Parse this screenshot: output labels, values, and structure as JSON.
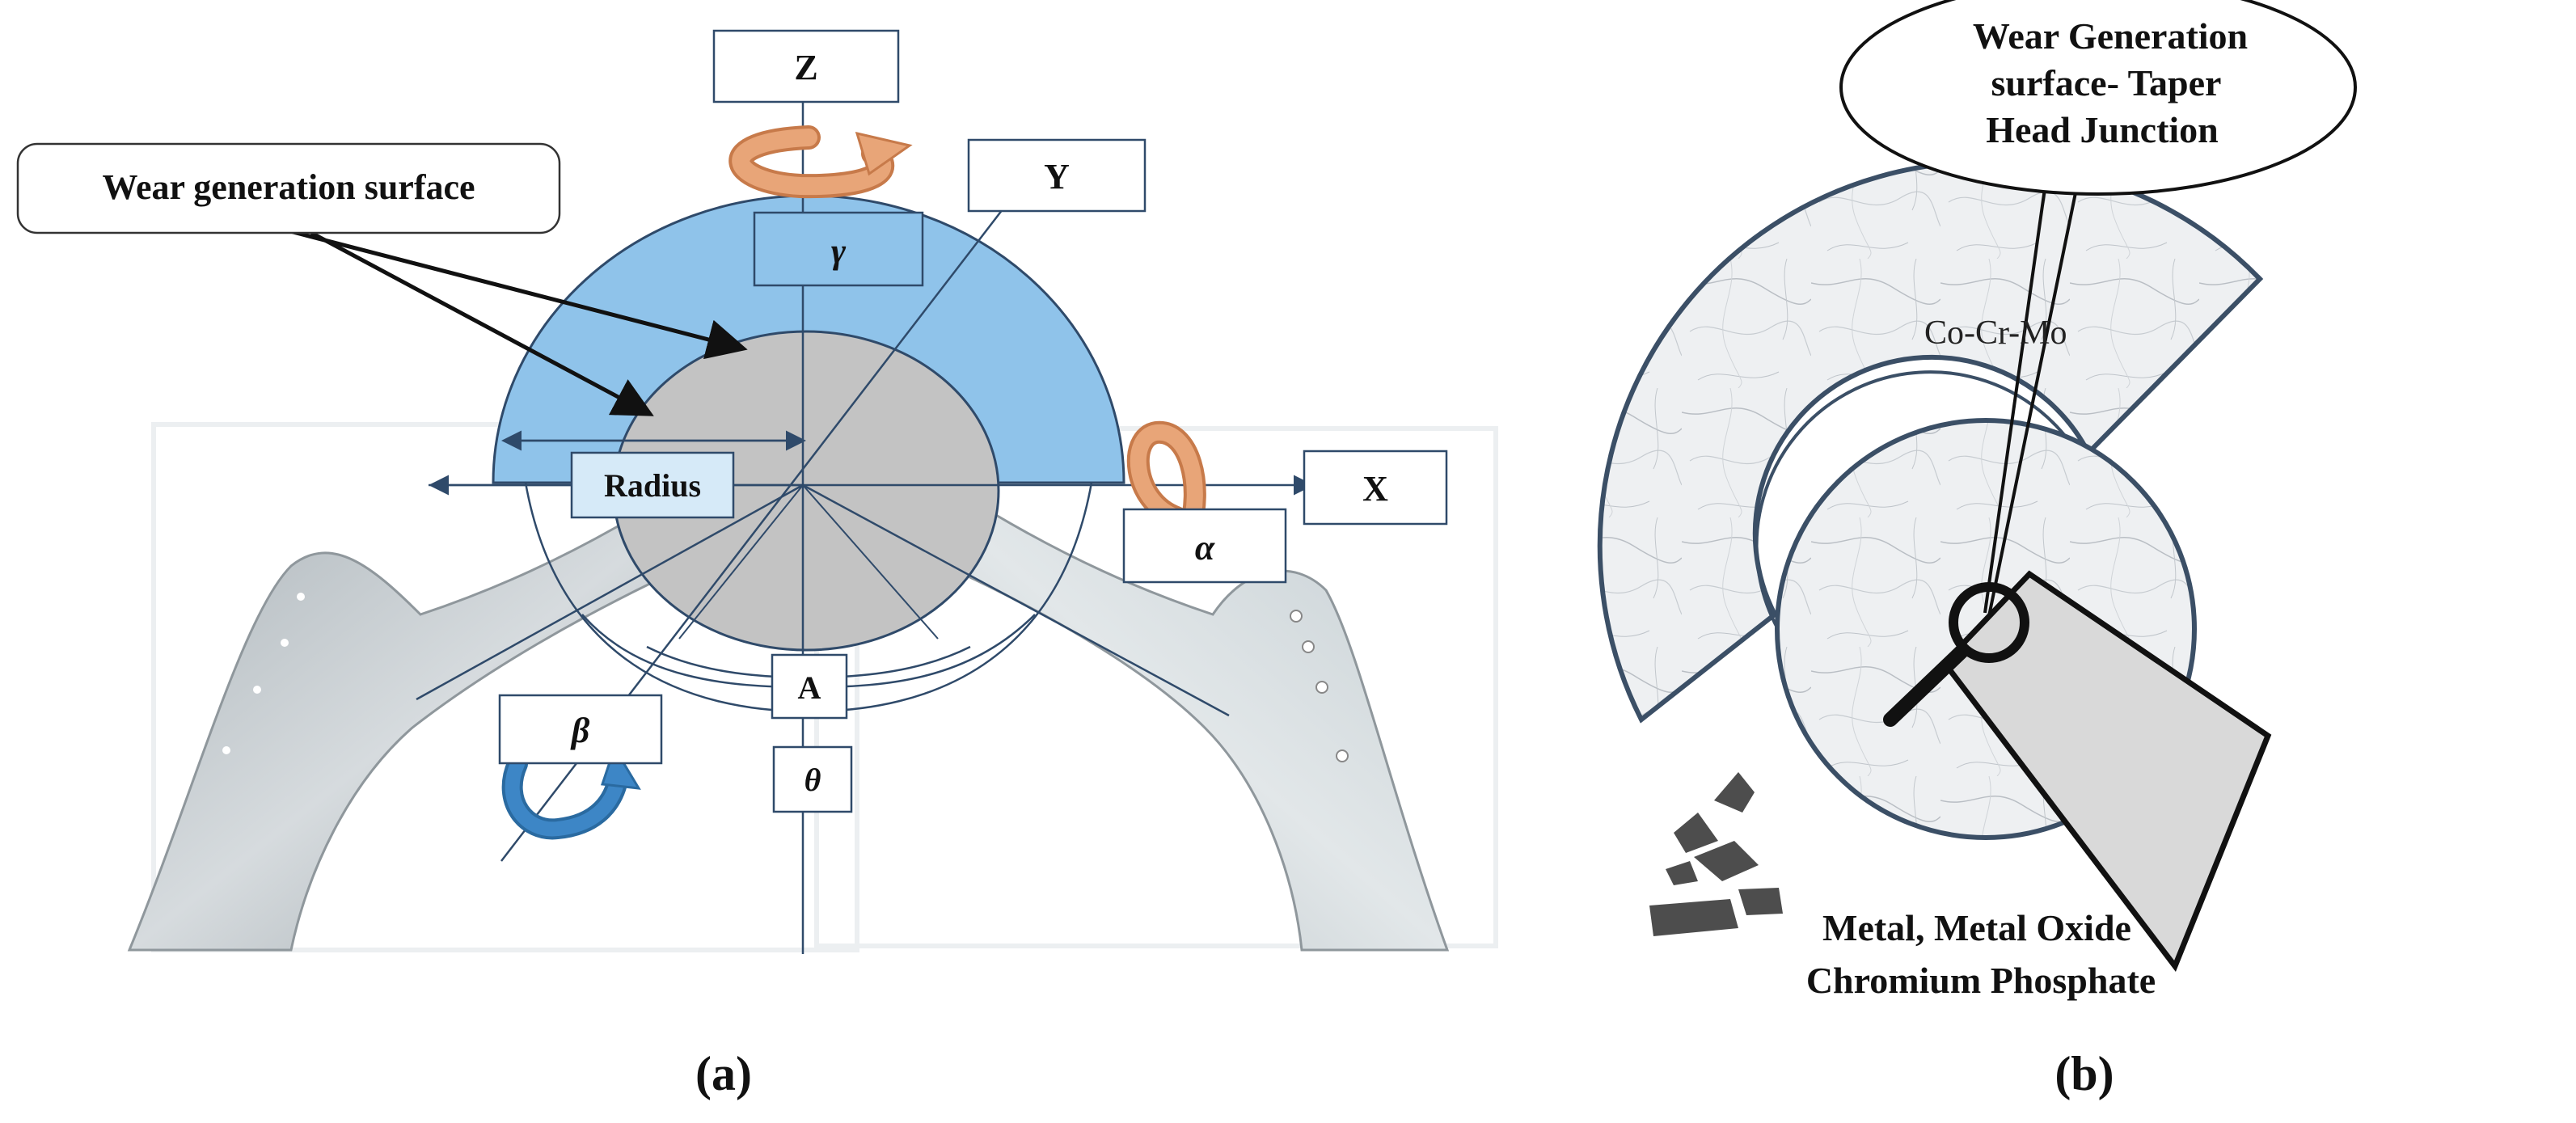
{
  "panel_a": {
    "caption": "(a)",
    "axis_z": "Z",
    "axis_y": "Y",
    "axis_x": "X",
    "gamma": "γ",
    "alpha": "α",
    "beta": "β",
    "radius": "Radius",
    "angle_a": "A",
    "theta": "θ",
    "wear_label": "Wear generation surface",
    "colors": {
      "cup": "#8fc3ea",
      "head": "#c3c3c3",
      "stem": "#c9cfd3",
      "rot_orange": "#e8a578",
      "rot_blue": "#3d86c6"
    }
  },
  "panel_b": {
    "caption": "(b)",
    "callout": [
      "Wear Generation",
      "surface- Taper",
      "Head Junction"
    ],
    "material": "Co-Cr-Mo",
    "debris": [
      "Metal, Metal Oxide",
      "Chromium Phosphate"
    ],
    "icons": [
      "magnifier-icon",
      "debris-particle-icon"
    ]
  }
}
